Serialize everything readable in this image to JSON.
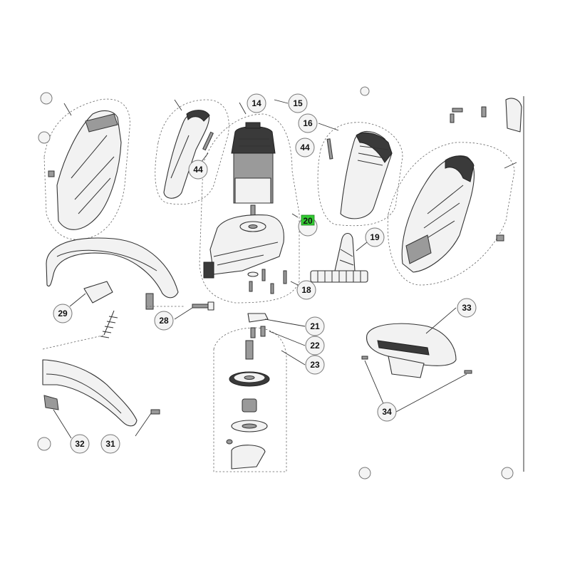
{
  "diagram": {
    "callouts": {
      "c14": "14",
      "c15": "15",
      "c16": "16",
      "c44a": "44",
      "c44b": "44",
      "c20": "20",
      "c19": "19",
      "c18": "18",
      "c29": "29",
      "c28": "28",
      "c21": "21",
      "c22": "22",
      "c23": "23",
      "c33": "33",
      "c34": "34",
      "c32": "32",
      "c31": "31"
    },
    "highlight_color": "#33cc33"
  }
}
